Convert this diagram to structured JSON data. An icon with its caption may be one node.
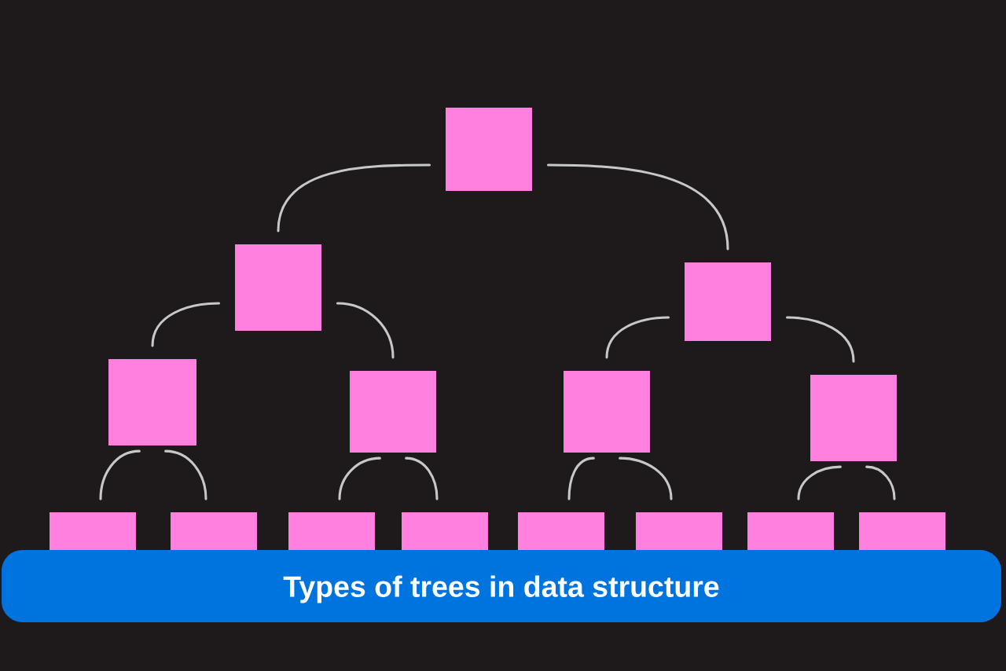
{
  "diagram": {
    "title": "Types of trees in data structure",
    "nodes": [
      {
        "text": [],
        "shape": "box"
      },
      {
        "text": [],
        "shape": "box"
      },
      {
        "text": [],
        "shape": "box"
      },
      {
        "text": [],
        "shape": "box"
      },
      {
        "text": [],
        "shape": "box"
      },
      {
        "text": [],
        "shape": "box"
      },
      {
        "text": [],
        "shape": "box"
      },
      {
        "text": [],
        "shape": "box"
      },
      {
        "text": [],
        "shape": "box"
      },
      {
        "text": [],
        "shape": "box"
      },
      {
        "text": [],
        "shape": "box"
      },
      {
        "text": [],
        "shape": "box"
      },
      {
        "text": [],
        "shape": "box"
      },
      {
        "text": [],
        "shape": "box"
      },
      {
        "text": [],
        "shape": "box"
      }
    ],
    "edges": [
      {
        "from": 0,
        "to": 1,
        "arrow": "none"
      },
      {
        "from": 0,
        "to": 2,
        "arrow": "none"
      },
      {
        "from": 1,
        "to": 3,
        "arrow": "none"
      },
      {
        "from": 1,
        "to": 4,
        "arrow": "none"
      },
      {
        "from": 2,
        "to": 5,
        "arrow": "none"
      },
      {
        "from": 2,
        "to": 6,
        "arrow": "none"
      },
      {
        "from": 3,
        "to": 7,
        "arrow": "none"
      },
      {
        "from": 3,
        "to": 8,
        "arrow": "none"
      },
      {
        "from": 4,
        "to": 9,
        "arrow": "none"
      },
      {
        "from": 4,
        "to": 10,
        "arrow": "none"
      },
      {
        "from": 5,
        "to": 11,
        "arrow": "none"
      },
      {
        "from": 5,
        "to": 12,
        "arrow": "none"
      },
      {
        "from": 6,
        "to": 13,
        "arrow": "none"
      },
      {
        "from": 6,
        "to": 14,
        "arrow": "none"
      }
    ]
  }
}
